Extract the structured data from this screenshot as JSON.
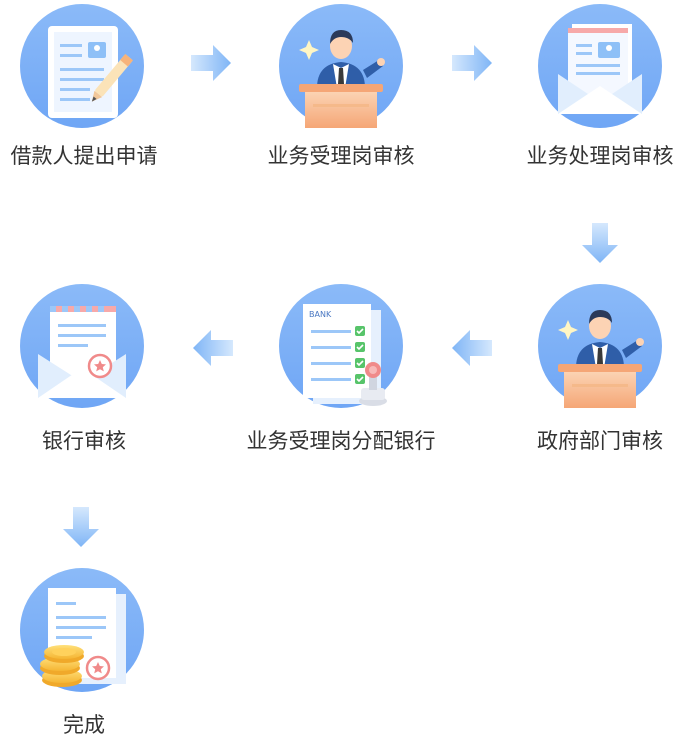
{
  "steps": [
    {
      "label": "借款人提出申请"
    },
    {
      "label": "业务受理岗审核"
    },
    {
      "label": "业务处理岗审核"
    },
    {
      "label": "政府部门审核"
    },
    {
      "label": "业务受理岗分配银行"
    },
    {
      "label": "银行审核"
    },
    {
      "label": "完成"
    }
  ],
  "bank_doc_text": "BANK",
  "colors": {
    "circle": "#7db1f7",
    "arrow": "#8fc0f7",
    "text": "#333333",
    "accent": "#f08a8a"
  }
}
